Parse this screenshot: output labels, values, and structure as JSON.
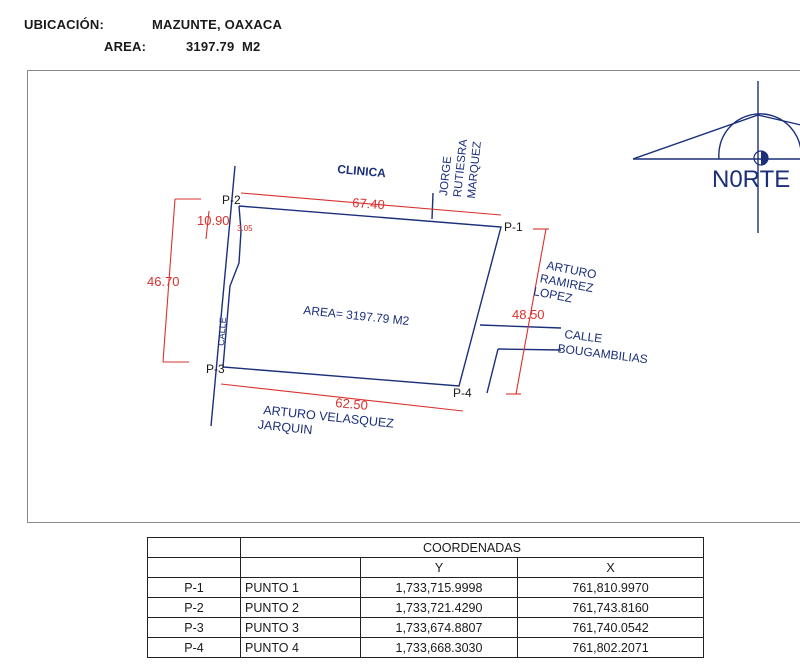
{
  "header": {
    "ubicacion_label": "UBICACIÓN:",
    "ubicacion_value": "MAZUNTE, OAXACA",
    "area_label": "AREA:",
    "area_value": "3197.79  M2"
  },
  "plan": {
    "points": [
      "P-1",
      "P-2",
      "P-3",
      "P-4"
    ],
    "dims": {
      "north_side": "67.40",
      "south_side": "62.50",
      "west_side": "46.70",
      "east_side": "48.50",
      "west_segment": "10.90",
      "offset": "3.05"
    },
    "neighbors": {
      "north": "CLINICA",
      "north_person": [
        "JORGE",
        "RUTIESRA",
        "MARQUEZ"
      ],
      "east": [
        "ARTURO",
        "RAMIREZ",
        "LOPEZ"
      ],
      "street_east": [
        "CALLE",
        "BOUGAMBILIAS"
      ],
      "south": [
        "ARTURO VELASQUEZ",
        "JARQUIN"
      ],
      "west_street": "CALLE"
    },
    "area_text": "AREA= 3197.79 M2",
    "north_label": "N0RTE",
    "colors": {
      "line": "#1c2f7a",
      "dim": "#d9322f",
      "text": "#1c2f7a"
    }
  },
  "table": {
    "title": "COORDENADAS",
    "col_y": "Y",
    "col_x": "X",
    "rows": [
      {
        "id": "P-1",
        "name": "PUNTO 1",
        "y": "1,733,715.9998",
        "x": "761,810.9970"
      },
      {
        "id": "P-2",
        "name": "PUNTO 2",
        "y": "1,733,721.4290",
        "x": "761,743.8160"
      },
      {
        "id": "P-3",
        "name": "PUNTO 3",
        "y": "1,733,674.8807",
        "x": "761,740.0542"
      },
      {
        "id": "P-4",
        "name": "PUNTO 4",
        "y": "1,733,668.3030",
        "x": "761,802.2071"
      }
    ]
  }
}
